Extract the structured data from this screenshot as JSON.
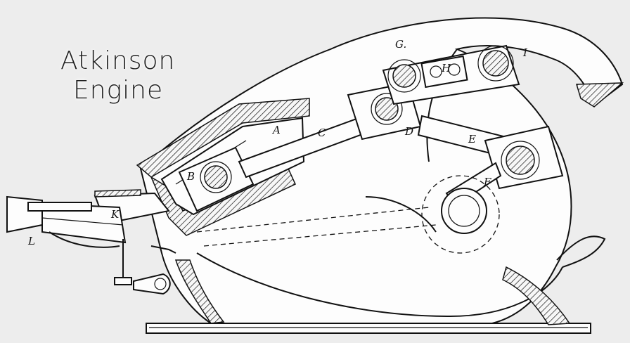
{
  "title": {
    "line1": "Atkinson",
    "line2": "Engine"
  },
  "labels": {
    "a": "A",
    "b": "B",
    "c": "C",
    "d": "D",
    "e": "E",
    "f": "F",
    "g": "G.",
    "h": "H",
    "i": "I",
    "k": "K",
    "l": "L"
  }
}
